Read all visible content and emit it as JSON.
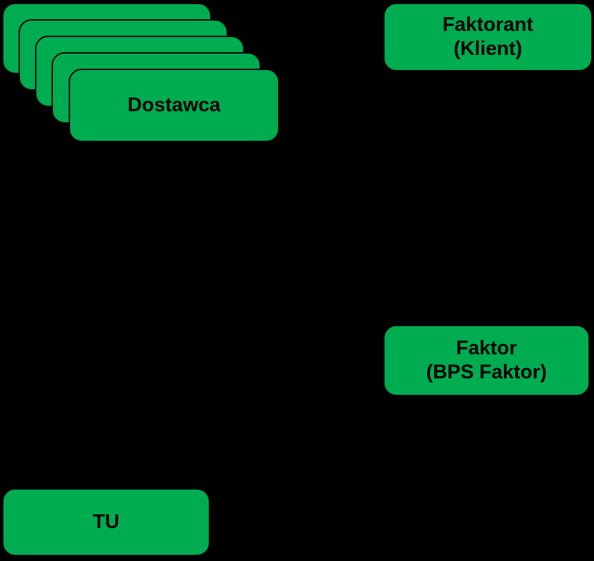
{
  "colors": {
    "background": "#000000",
    "box_fill": "#00AC50",
    "box_border": "#000000",
    "label_text": "#000000"
  },
  "diagram": {
    "supplier_stack": {
      "card_count": 5,
      "label": "Dostawca"
    },
    "client_box": {
      "line1": "Faktorant",
      "line2": "(Klient)"
    },
    "factor_box": {
      "line1": "Faktor",
      "line2": "(BPS Faktor)"
    },
    "insurer_box": {
      "label": "TU"
    }
  }
}
